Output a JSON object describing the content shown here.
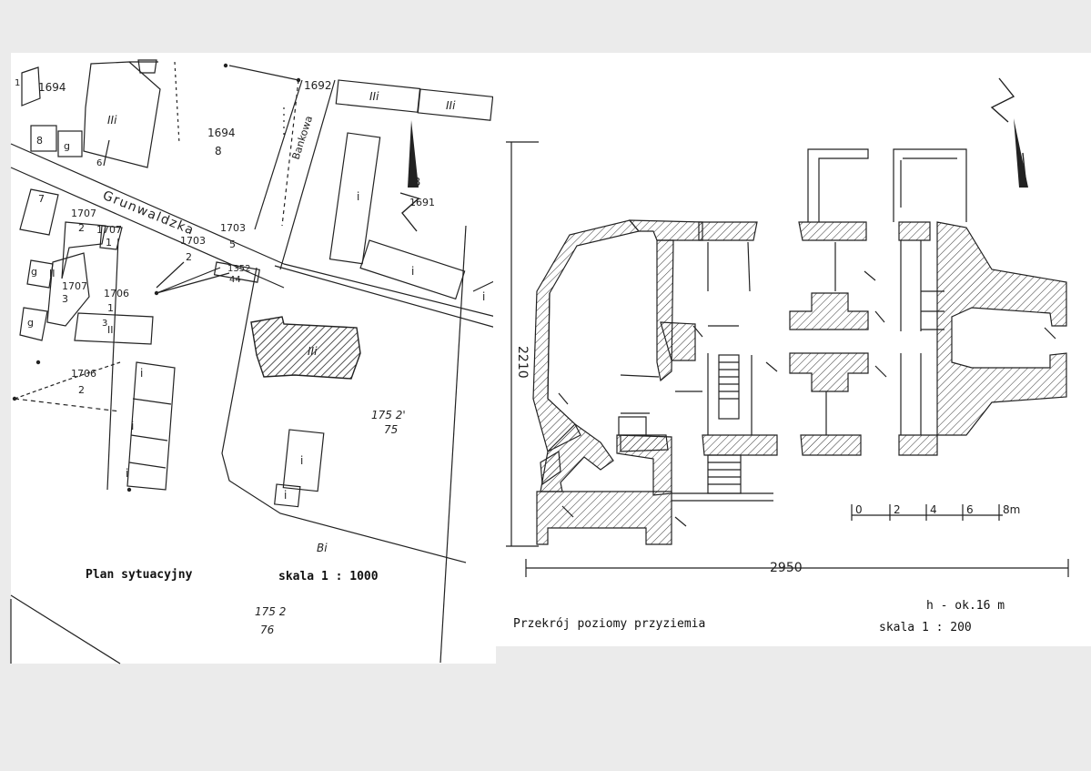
{
  "site_plan": {
    "title": "Plan sytuacyjny",
    "scale": "skala 1 : 1000",
    "street_main": "Grunwaldzka",
    "street_side": "Bankowa",
    "parcels": {
      "p1694_tl": "1694",
      "p1694_center": "1694",
      "p1694_center_sub": "8",
      "p1692": "1692",
      "p1691": "1691",
      "p1691_letter": "B",
      "p1707_2_num": "1707",
      "p1707_2_den": "2",
      "p1707_1_num": "1707",
      "p1707_1_den": "1",
      "p1703_5_num": "1703",
      "p1703_5_den": "5",
      "p1703_2_num": "1703",
      "p1703_2_den": "2",
      "p1352_num": "1352",
      "p1352_den": "44",
      "p1707_3_num": "1707",
      "p1707_3_den": "3",
      "p1706_1_num": "1706",
      "p1706_1_den": "1",
      "p1706_2_num": "1706",
      "p1706_2_den": "2",
      "p1752_75_num": "175 2'",
      "p1752_75_den": "75",
      "p1752_76_num": "175 2",
      "p1752_76_den": "76"
    },
    "building_labels": {
      "iii_left": "IIi",
      "iii_top1": "IIi",
      "iii_top2": "IIi",
      "iii_hatched": "IIi",
      "ii_a": "II",
      "ii_b": "II",
      "i_a": "i",
      "i_b": "i",
      "i_c": "i",
      "i_d": "i",
      "i_e": "i",
      "i_f": "i",
      "i_g": "i",
      "i_h": "i",
      "g_a": "g",
      "g_b": "g",
      "g_c": "g",
      "n8": "8",
      "n6": "6",
      "n7": "7",
      "n3": "3",
      "n1": "1",
      "bi": "Bi"
    }
  },
  "floor_plan": {
    "title": "Przekrój poziomy przyziemia",
    "height_note": "h - ok.16 m",
    "scale": "skala 1 : 200",
    "dim_width": "2950",
    "dim_height": "2210",
    "scale_bar": [
      "0",
      "2",
      "4",
      "6",
      "8m"
    ]
  }
}
